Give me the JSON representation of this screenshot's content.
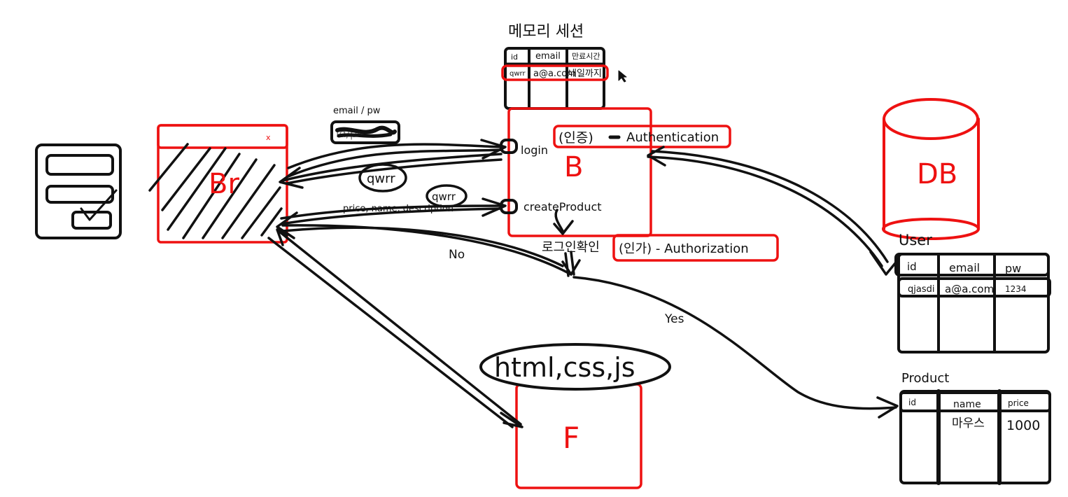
{
  "colors": {
    "ink": "#111111",
    "red": "#ee1111",
    "paper": "#ffffff"
  },
  "session": {
    "title": "메모리 세션",
    "headers": [
      "id",
      "email",
      "만료시간"
    ],
    "row": [
      "qwrr",
      "a@a.com",
      "내일까지"
    ]
  },
  "browser": {
    "label": "Br",
    "close": "x"
  },
  "request": {
    "login_label": "email / pw",
    "login_scribble": "id/pw",
    "token1": "qwrr",
    "token2": "qwrr",
    "product_label": "price, name, description"
  },
  "backend": {
    "label": "B",
    "login": "login",
    "create": "createProduct",
    "authn": "(인증)",
    "authn_en": "Authentication",
    "check": "로그인확인",
    "authz": "(인가) - Authorization",
    "no": "No",
    "yes": "Yes"
  },
  "db": {
    "label": "DB"
  },
  "user": {
    "title": "User",
    "headers": [
      "id",
      "email",
      "pw"
    ],
    "row": [
      "qjasdi",
      "a@a.com",
      "1234"
    ]
  },
  "product": {
    "title": "Product",
    "headers": [
      "id",
      "name",
      "price"
    ],
    "row": [
      "",
      "마우스",
      "1000"
    ]
  },
  "frontend": {
    "label": "F",
    "tech": "html,css,js"
  }
}
